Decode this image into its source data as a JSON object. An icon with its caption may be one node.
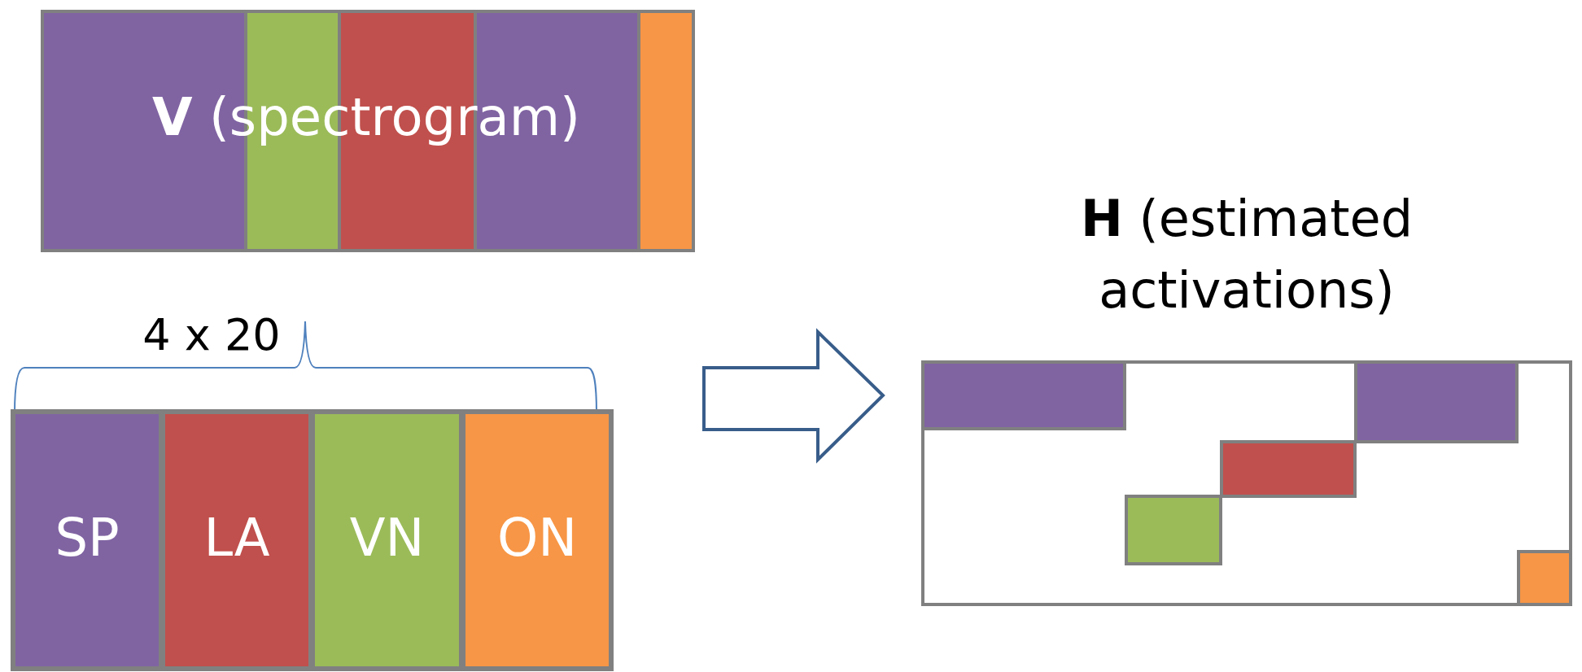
{
  "diagram": {
    "nodes": [
      {
        "text": [
          "**V** (spectrogram)"
        ]
      },
      {
        "text": [],
        "shape": "box"
      },
      {
        "text": [
          "SP"
        ],
        "in": 1
      },
      {
        "text": [
          "LA"
        ],
        "in": 1
      },
      {
        "text": [
          "VN"
        ],
        "in": 1
      },
      {
        "text": [
          "ON"
        ],
        "in": 1
      },
      {
        "text": [
          "**H** (estimated activations)"
        ]
      }
    ],
    "edges": [
      {
        "from": 1,
        "to": 6,
        "arrow": "to"
      }
    ],
    "labels": [
      "4 x 20"
    ]
  }
}
